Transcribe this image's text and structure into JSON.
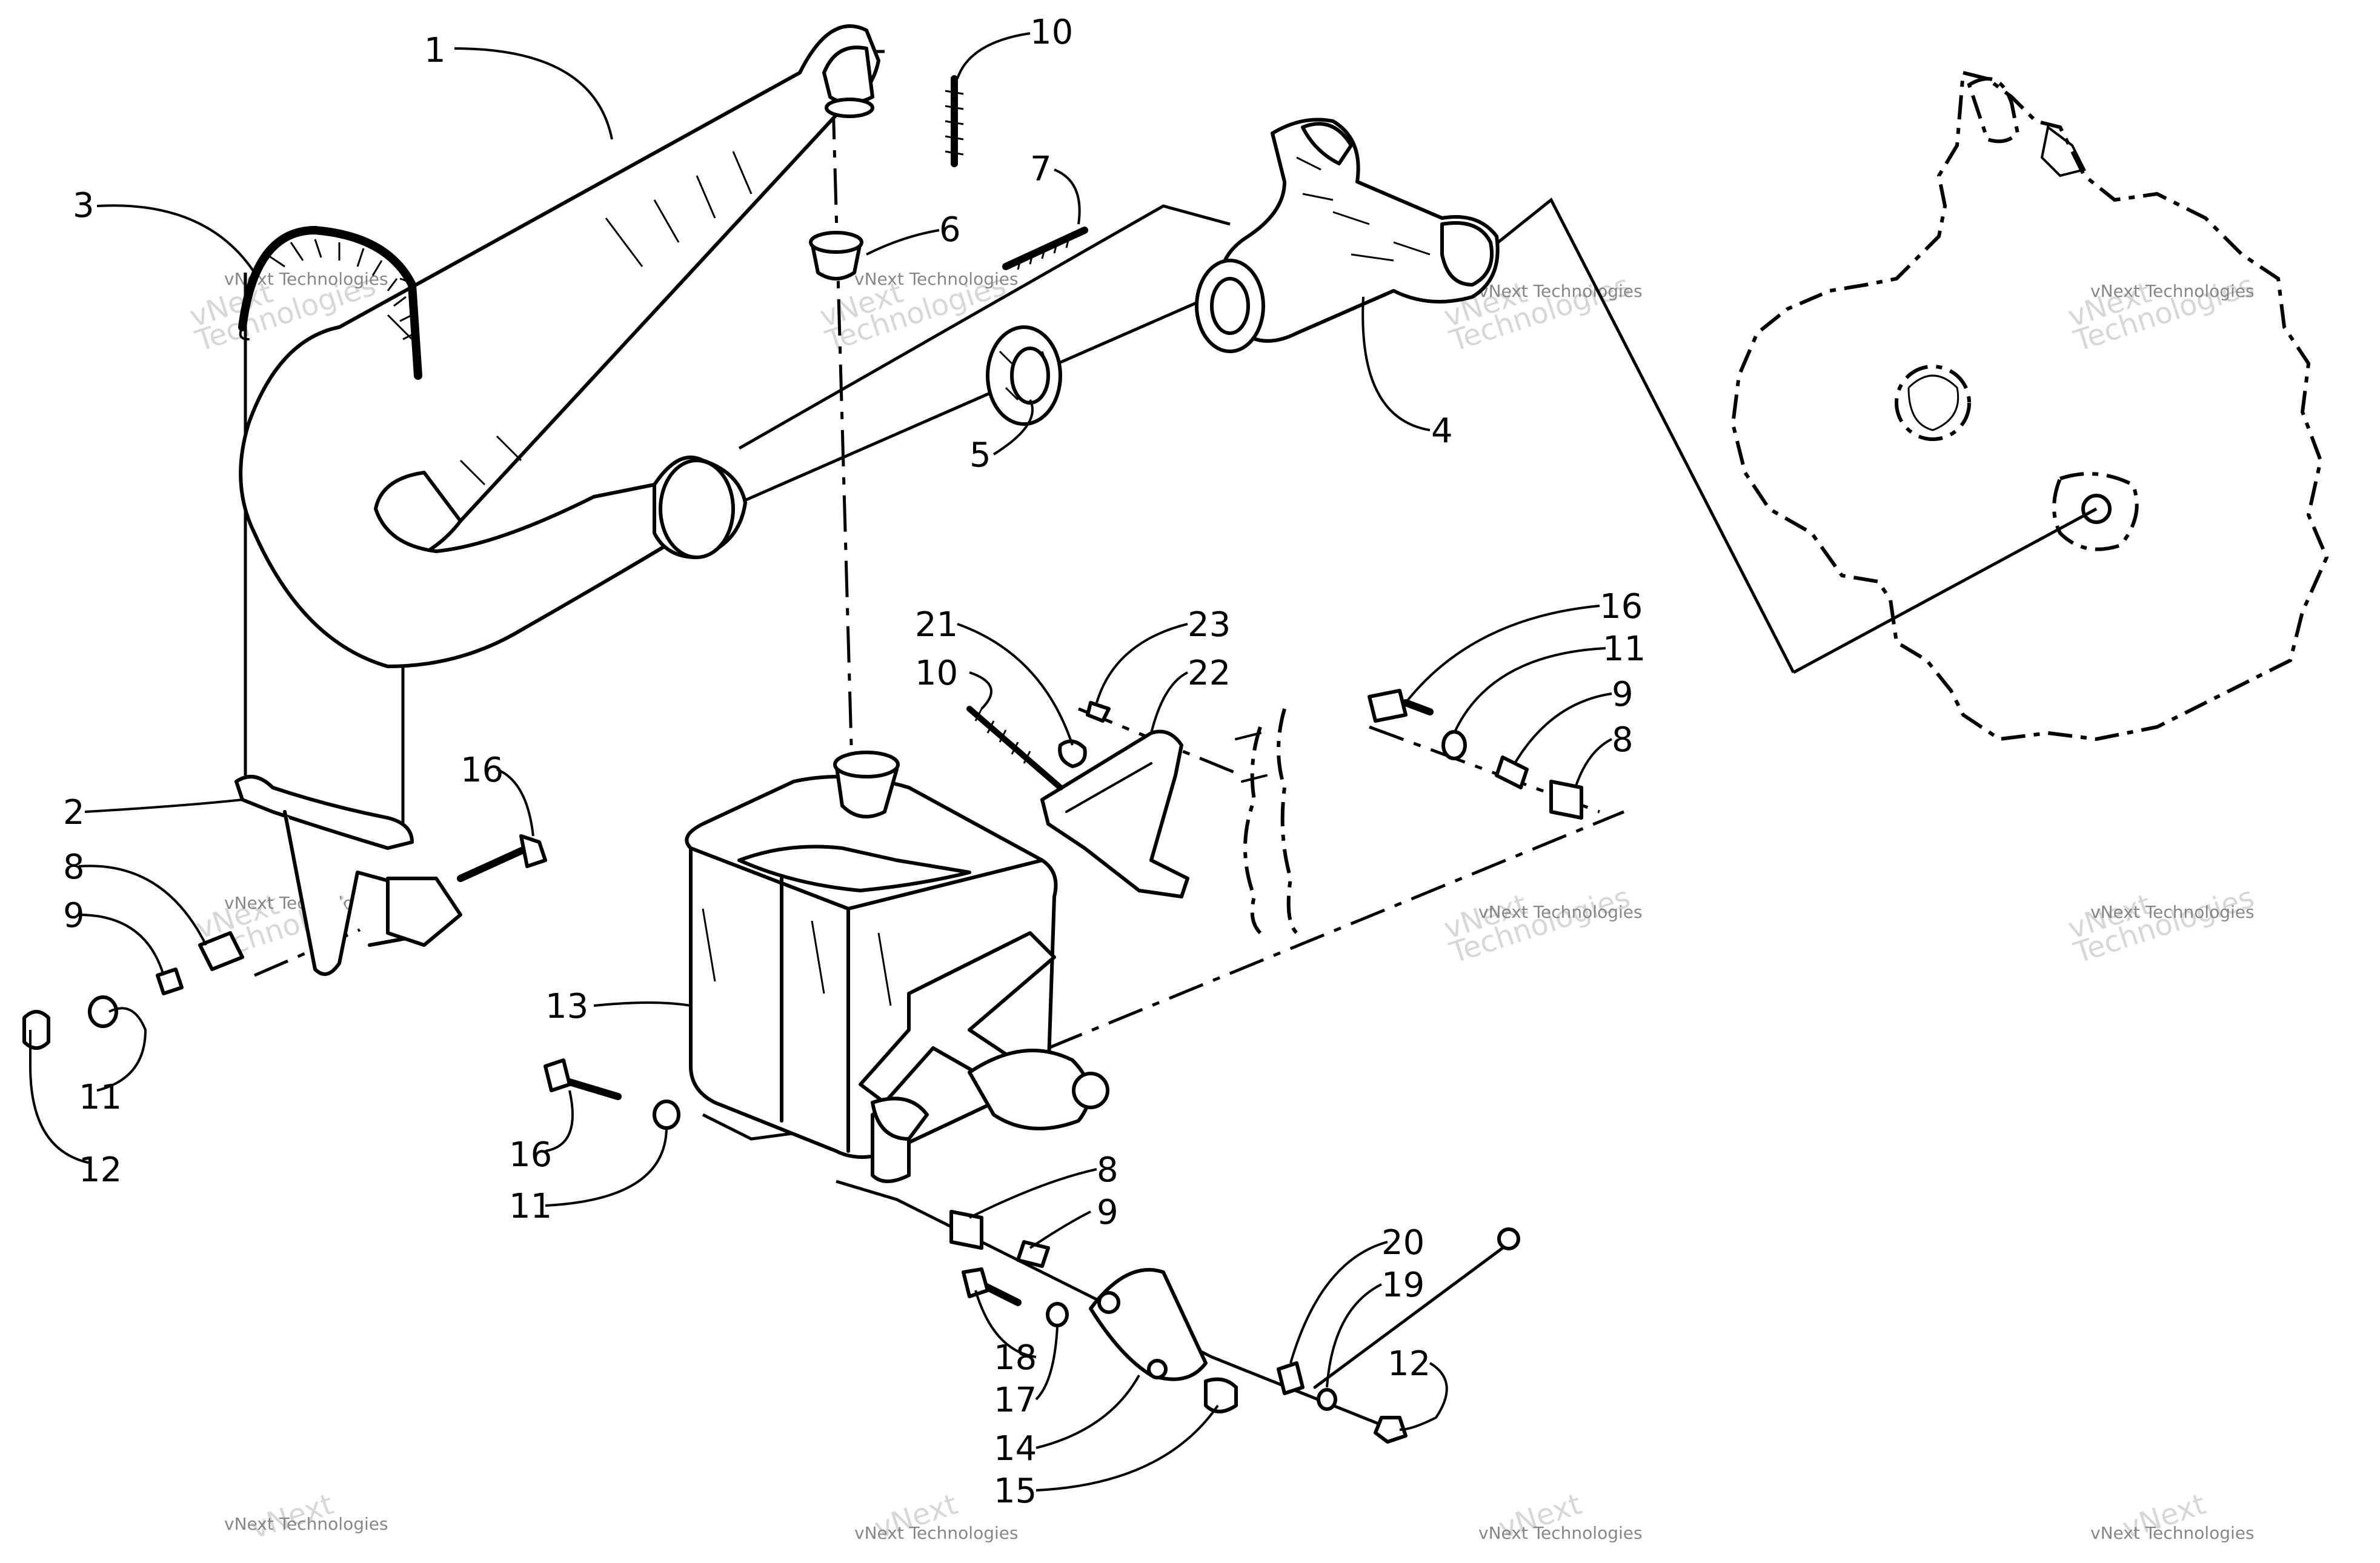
{
  "diagram": {
    "callouts": [
      {
        "id": "c1",
        "label": "1"
      },
      {
        "id": "c2",
        "label": "2"
      },
      {
        "id": "c3",
        "label": "3"
      },
      {
        "id": "c4",
        "label": "4"
      },
      {
        "id": "c5",
        "label": "5"
      },
      {
        "id": "c6",
        "label": "6"
      },
      {
        "id": "c7",
        "label": "7"
      },
      {
        "id": "c8a",
        "label": "8"
      },
      {
        "id": "c8b",
        "label": "8"
      },
      {
        "id": "c8c",
        "label": "8"
      },
      {
        "id": "c9a",
        "label": "9"
      },
      {
        "id": "c9b",
        "label": "9"
      },
      {
        "id": "c9c",
        "label": "9"
      },
      {
        "id": "c10a",
        "label": "10"
      },
      {
        "id": "c10b",
        "label": "10"
      },
      {
        "id": "c11a",
        "label": "11"
      },
      {
        "id": "c11b",
        "label": "11"
      },
      {
        "id": "c11c",
        "label": "11"
      },
      {
        "id": "c12a",
        "label": "12"
      },
      {
        "id": "c12b",
        "label": "12"
      },
      {
        "id": "c13",
        "label": "13"
      },
      {
        "id": "c14",
        "label": "14"
      },
      {
        "id": "c15",
        "label": "15"
      },
      {
        "id": "c16a",
        "label": "16"
      },
      {
        "id": "c16b",
        "label": "16"
      },
      {
        "id": "c16c",
        "label": "16"
      },
      {
        "id": "c17",
        "label": "17"
      },
      {
        "id": "c18",
        "label": "18"
      },
      {
        "id": "c19",
        "label": "19"
      },
      {
        "id": "c20",
        "label": "20"
      },
      {
        "id": "c21",
        "label": "21"
      },
      {
        "id": "c22",
        "label": "22"
      },
      {
        "id": "c23",
        "label": "23"
      }
    ],
    "watermark": {
      "small": "vNext Technologies",
      "big_line1": "vNext",
      "big_line2": "Technologies"
    }
  }
}
